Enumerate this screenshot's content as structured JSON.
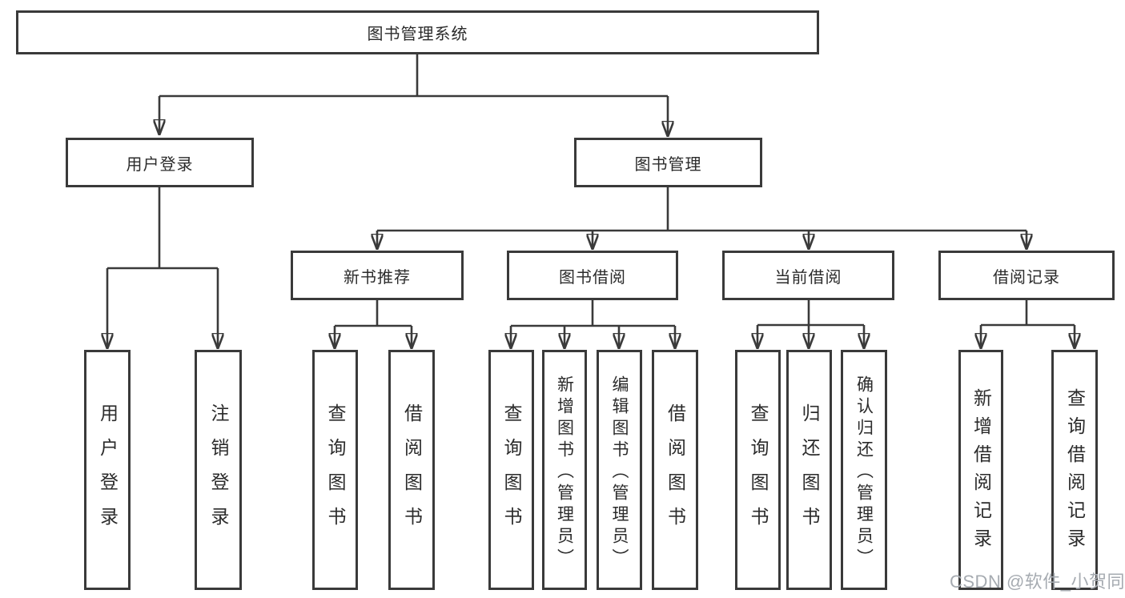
{
  "diagram": {
    "type": "tree-functional-structure",
    "nodes": {
      "root": {
        "label": "图书管理系统"
      },
      "user_login": {
        "label": "用户登录"
      },
      "book_mgmt": {
        "label": "图书管理"
      },
      "new_book_rec": {
        "label": "新书推荐"
      },
      "book_borrow": {
        "label": "图书借阅"
      },
      "current_borrow": {
        "label": "当前借阅"
      },
      "borrow_records": {
        "label": "借阅记录"
      },
      "leaf_user_login": {
        "label": "用户登录"
      },
      "leaf_logout": {
        "label": "注销登录"
      },
      "leaf_query_book_rec": {
        "label": "查询图书"
      },
      "leaf_borrow_book_rec": {
        "label": "借阅图书"
      },
      "leaf_query_book_borrow": {
        "label": "查询图书"
      },
      "leaf_add_book": {
        "label": "新增图书（管理员）"
      },
      "leaf_edit_book": {
        "label": "编辑图书（管理员）"
      },
      "leaf_borrow_book_borrow": {
        "label": "借阅图书"
      },
      "leaf_query_book_current": {
        "label": "查询图书"
      },
      "leaf_return_book": {
        "label": "归还图书"
      },
      "leaf_confirm_return": {
        "label": "确认归还（管理员）"
      },
      "leaf_add_borrow_record": {
        "label": "新增借阅记录"
      },
      "leaf_query_borrow_record": {
        "label": "查询借阅记录"
      }
    },
    "edges": [
      [
        "root",
        "user_login"
      ],
      [
        "root",
        "book_mgmt"
      ],
      [
        "user_login",
        "leaf_user_login"
      ],
      [
        "user_login",
        "leaf_logout"
      ],
      [
        "book_mgmt",
        "new_book_rec"
      ],
      [
        "book_mgmt",
        "book_borrow"
      ],
      [
        "book_mgmt",
        "current_borrow"
      ],
      [
        "book_mgmt",
        "borrow_records"
      ],
      [
        "new_book_rec",
        "leaf_query_book_rec"
      ],
      [
        "new_book_rec",
        "leaf_borrow_book_rec"
      ],
      [
        "book_borrow",
        "leaf_query_book_borrow"
      ],
      [
        "book_borrow",
        "leaf_add_book"
      ],
      [
        "book_borrow",
        "leaf_edit_book"
      ],
      [
        "book_borrow",
        "leaf_borrow_book_borrow"
      ],
      [
        "current_borrow",
        "leaf_query_book_current"
      ],
      [
        "current_borrow",
        "leaf_return_book"
      ],
      [
        "current_borrow",
        "leaf_confirm_return"
      ],
      [
        "borrow_records",
        "leaf_add_borrow_record"
      ],
      [
        "borrow_records",
        "leaf_query_borrow_record"
      ]
    ]
  },
  "watermark": "CSDN @软件_小贺同学",
  "colors": {
    "line": "#3a3a3a",
    "box_border": "#3a3a3a",
    "box_fill": "#ffffff",
    "text": "#2b2b2b",
    "watermark": "#a6abb1",
    "background": "#ffffff"
  }
}
